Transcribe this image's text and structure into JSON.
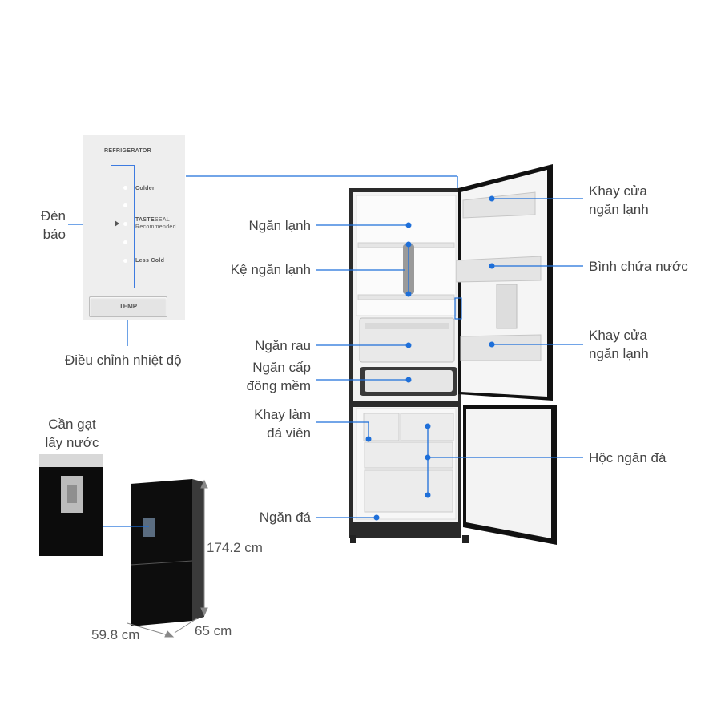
{
  "panel": {
    "title": "REFRIGERATOR",
    "colder": "Colder",
    "tasteseal_bold": "TASTE",
    "tasteseal_rest": "SEAL",
    "recommended": "Recommended",
    "less_cold": "Less Cold",
    "temp_button": "TEMP"
  },
  "labels": {
    "den_bao_1": "Đèn",
    "den_bao_2": "báo",
    "dieu_chinh": "Điều chỉnh nhiệt độ",
    "can_gat_1": "Cần gạt",
    "can_gat_2": "lấy nước",
    "ngan_lanh": "Ngăn lạnh",
    "ke_ngan_lanh": "Kệ ngăn lạnh",
    "ngan_rau": "Ngăn rau",
    "ngan_cap_1": "Ngăn cấp",
    "ngan_cap_2": "đông mềm",
    "khay_da_1": "Khay làm",
    "khay_da_2": "đá viên",
    "ngan_da": "Ngăn đá",
    "khay_cua_1a": "Khay cửa",
    "khay_cua_1b": "ngăn lạnh",
    "binh_chua_nuoc": "Bình chứa nước",
    "khay_cua_2a": "Khay cửa",
    "khay_cua_2b": "ngăn lạnh",
    "hoc_ngan_da": "Hộc ngăn đá"
  },
  "dimensions": {
    "height": "174.2 cm",
    "width": "59.8 cm",
    "depth": "65 cm"
  },
  "colors": {
    "accent": "#1e6fd9",
    "fridge_black": "#121212",
    "label_text": "#444444"
  }
}
